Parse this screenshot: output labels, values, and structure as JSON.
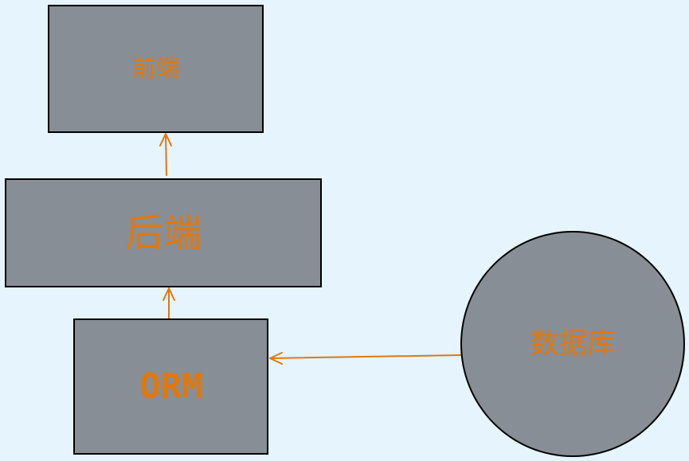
{
  "diagram": {
    "nodes": [
      {
        "id": "frontend",
        "label": "前端",
        "shape": "rectangle"
      },
      {
        "id": "backend",
        "label": "后端",
        "shape": "rectangle"
      },
      {
        "id": "orm",
        "label": "ORM",
        "shape": "rectangle"
      },
      {
        "id": "database",
        "label": "数据库",
        "shape": "circle"
      }
    ],
    "edges": [
      {
        "from": "backend",
        "to": "frontend"
      },
      {
        "from": "orm",
        "to": "backend"
      },
      {
        "from": "database",
        "to": "orm"
      }
    ],
    "colors": {
      "background": "#e6f4fd",
      "node_fill": "#878e95",
      "node_border": "#000000",
      "label": "#e0780f",
      "edge": "#e0780f"
    }
  }
}
